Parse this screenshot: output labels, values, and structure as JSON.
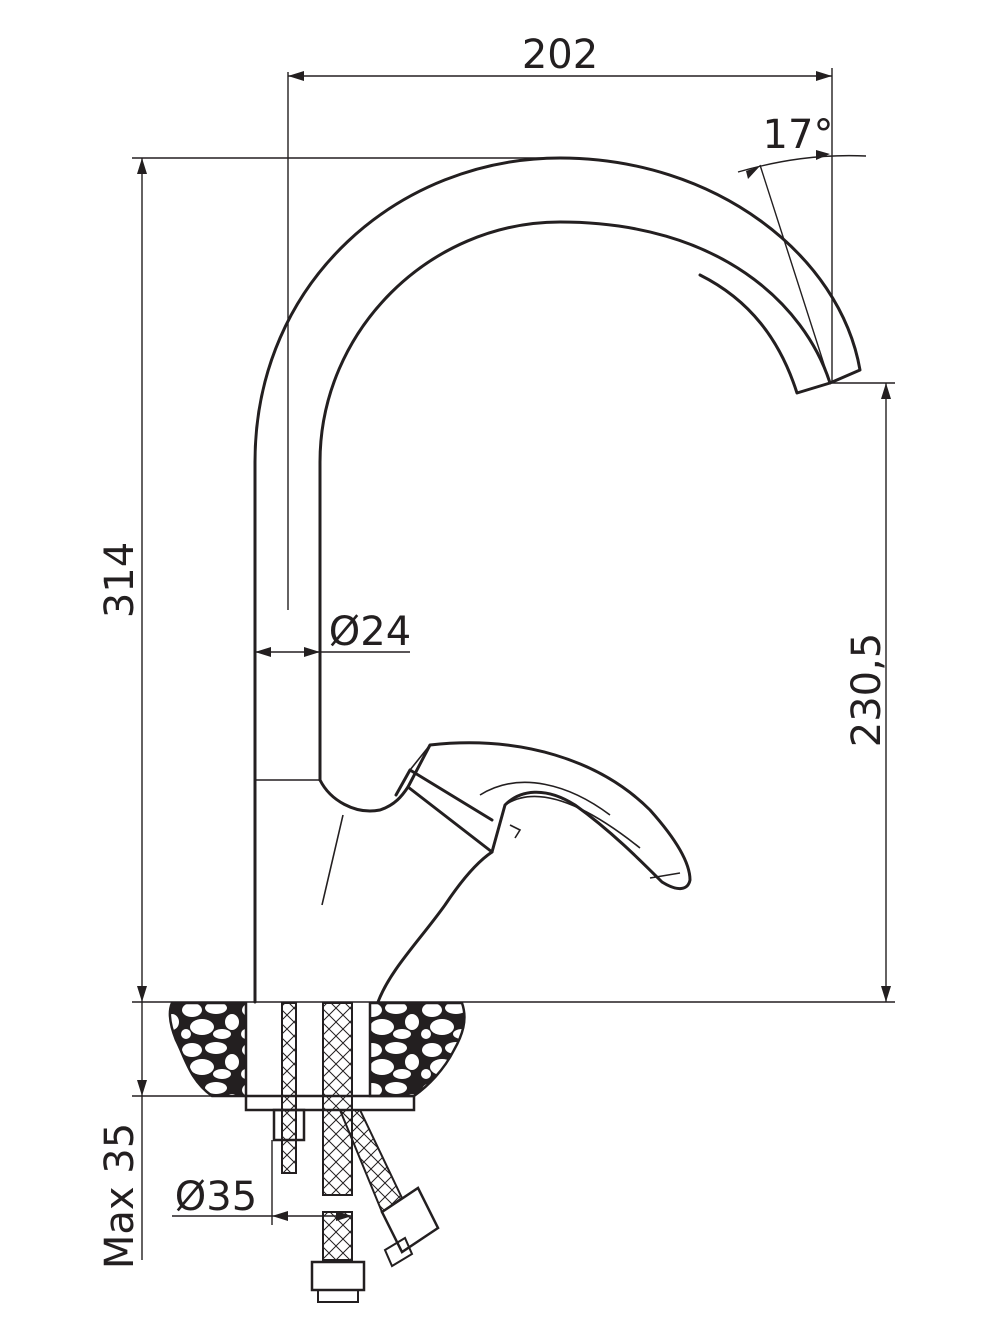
{
  "dimensions": {
    "width_top": "202",
    "height_total": "314",
    "spout_height": "230,5",
    "spout_angle": "17°",
    "body_diameter": "Ø24",
    "thread_diameter": "Ø35",
    "max_thickness": "Max 35"
  },
  "colors": {
    "line": "#231f20",
    "background": "#ffffff"
  }
}
